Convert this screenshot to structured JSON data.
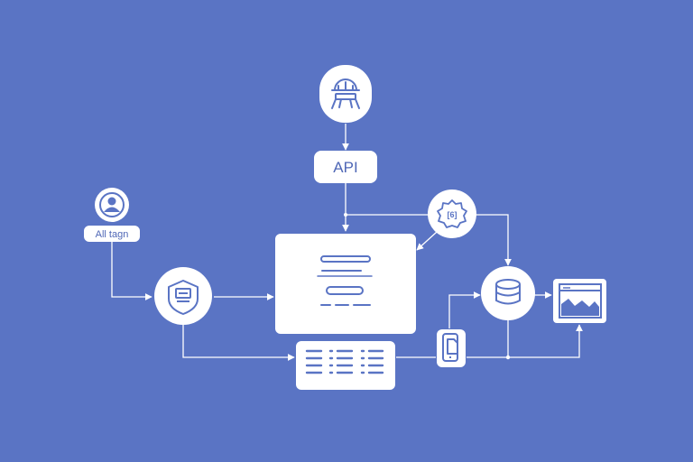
{
  "nodes": {
    "api": {
      "label": "API"
    },
    "user": {
      "label": "All tagn"
    },
    "gear": {
      "badge_text": "[6]"
    }
  },
  "colors": {
    "background": "#5a74c4",
    "node_fill": "#ffffff",
    "line": "#ffffff",
    "icon": "#5a74c4"
  },
  "icons": [
    "dome-robot-icon",
    "user-avatar-icon",
    "shield-monitor-icon",
    "gear-icon",
    "database-icon",
    "mobile-document-icon",
    "browser-chart-icon",
    "table-list-icon",
    "document-text-icon"
  ]
}
